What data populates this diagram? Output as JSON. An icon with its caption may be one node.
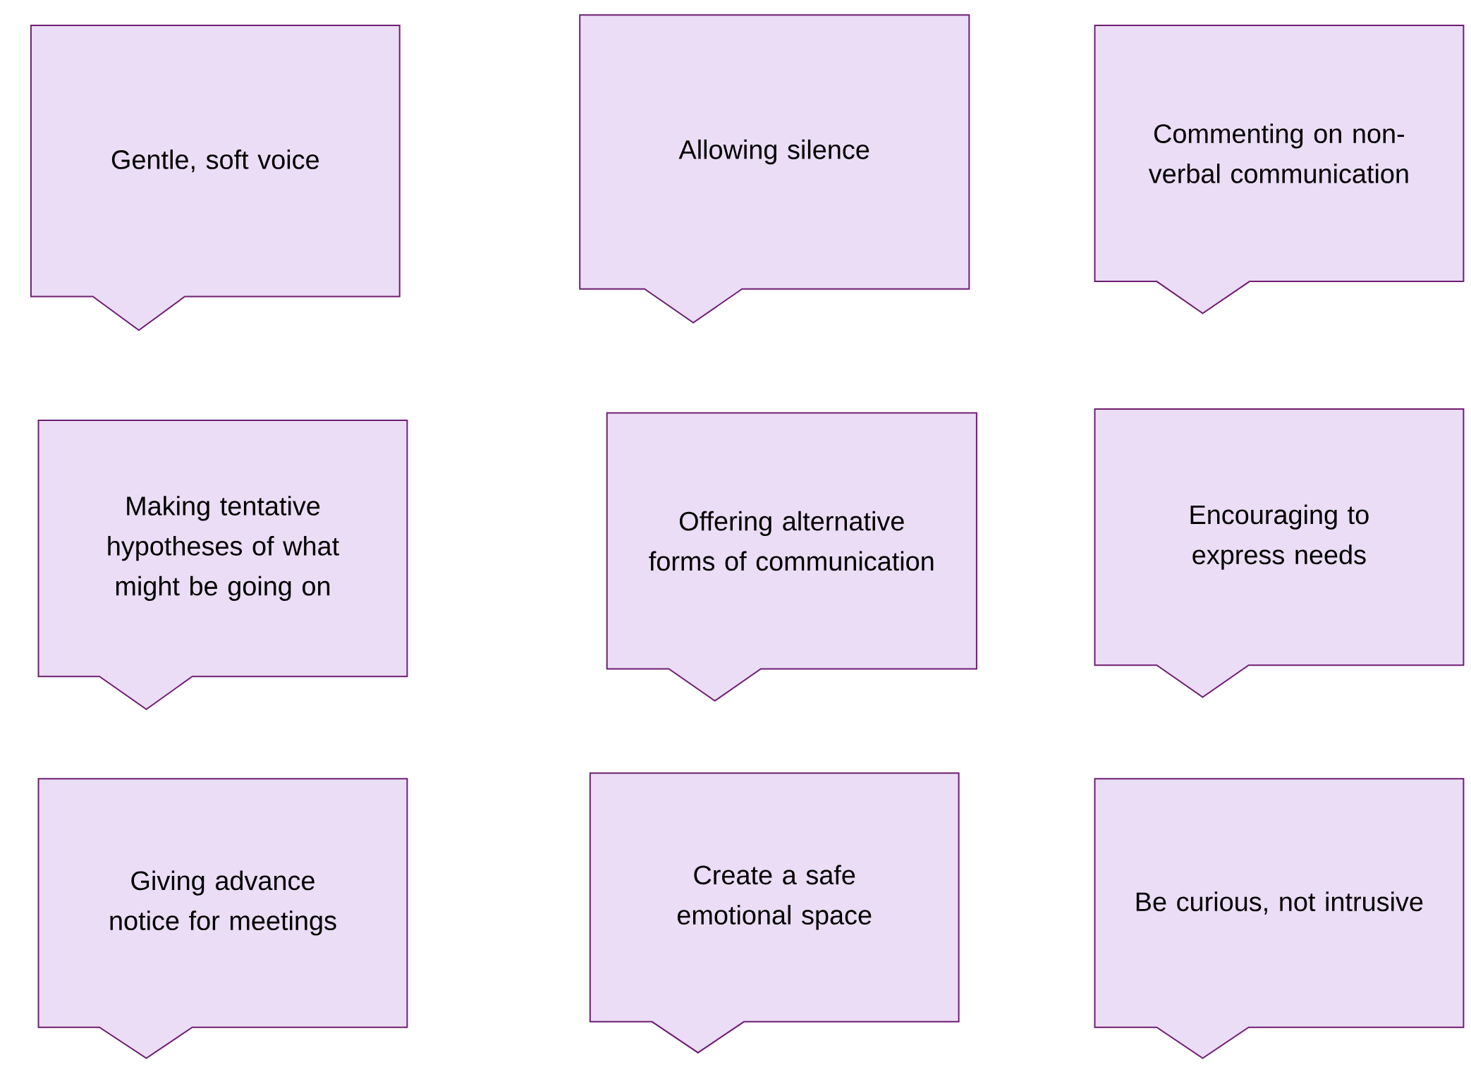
{
  "diagram": {
    "nodes": [
      {
        "text": [
          "Gentle, soft voice"
        ]
      },
      {
        "text": [
          "Allowing silence"
        ]
      },
      {
        "text": [
          "Commenting on non-verbal communication"
        ]
      },
      {
        "text": [
          "Making tentative hypotheses of what might be going on"
        ]
      },
      {
        "text": [
          "Offering alternative forms of communication"
        ]
      },
      {
        "text": [
          "Encouraging to express needs"
        ]
      },
      {
        "text": [
          "Giving advance notice for meetings"
        ]
      },
      {
        "text": [
          "Create a safe emotional space"
        ]
      },
      {
        "text": [
          "Be curious, not intrusive"
        ]
      }
    ]
  }
}
